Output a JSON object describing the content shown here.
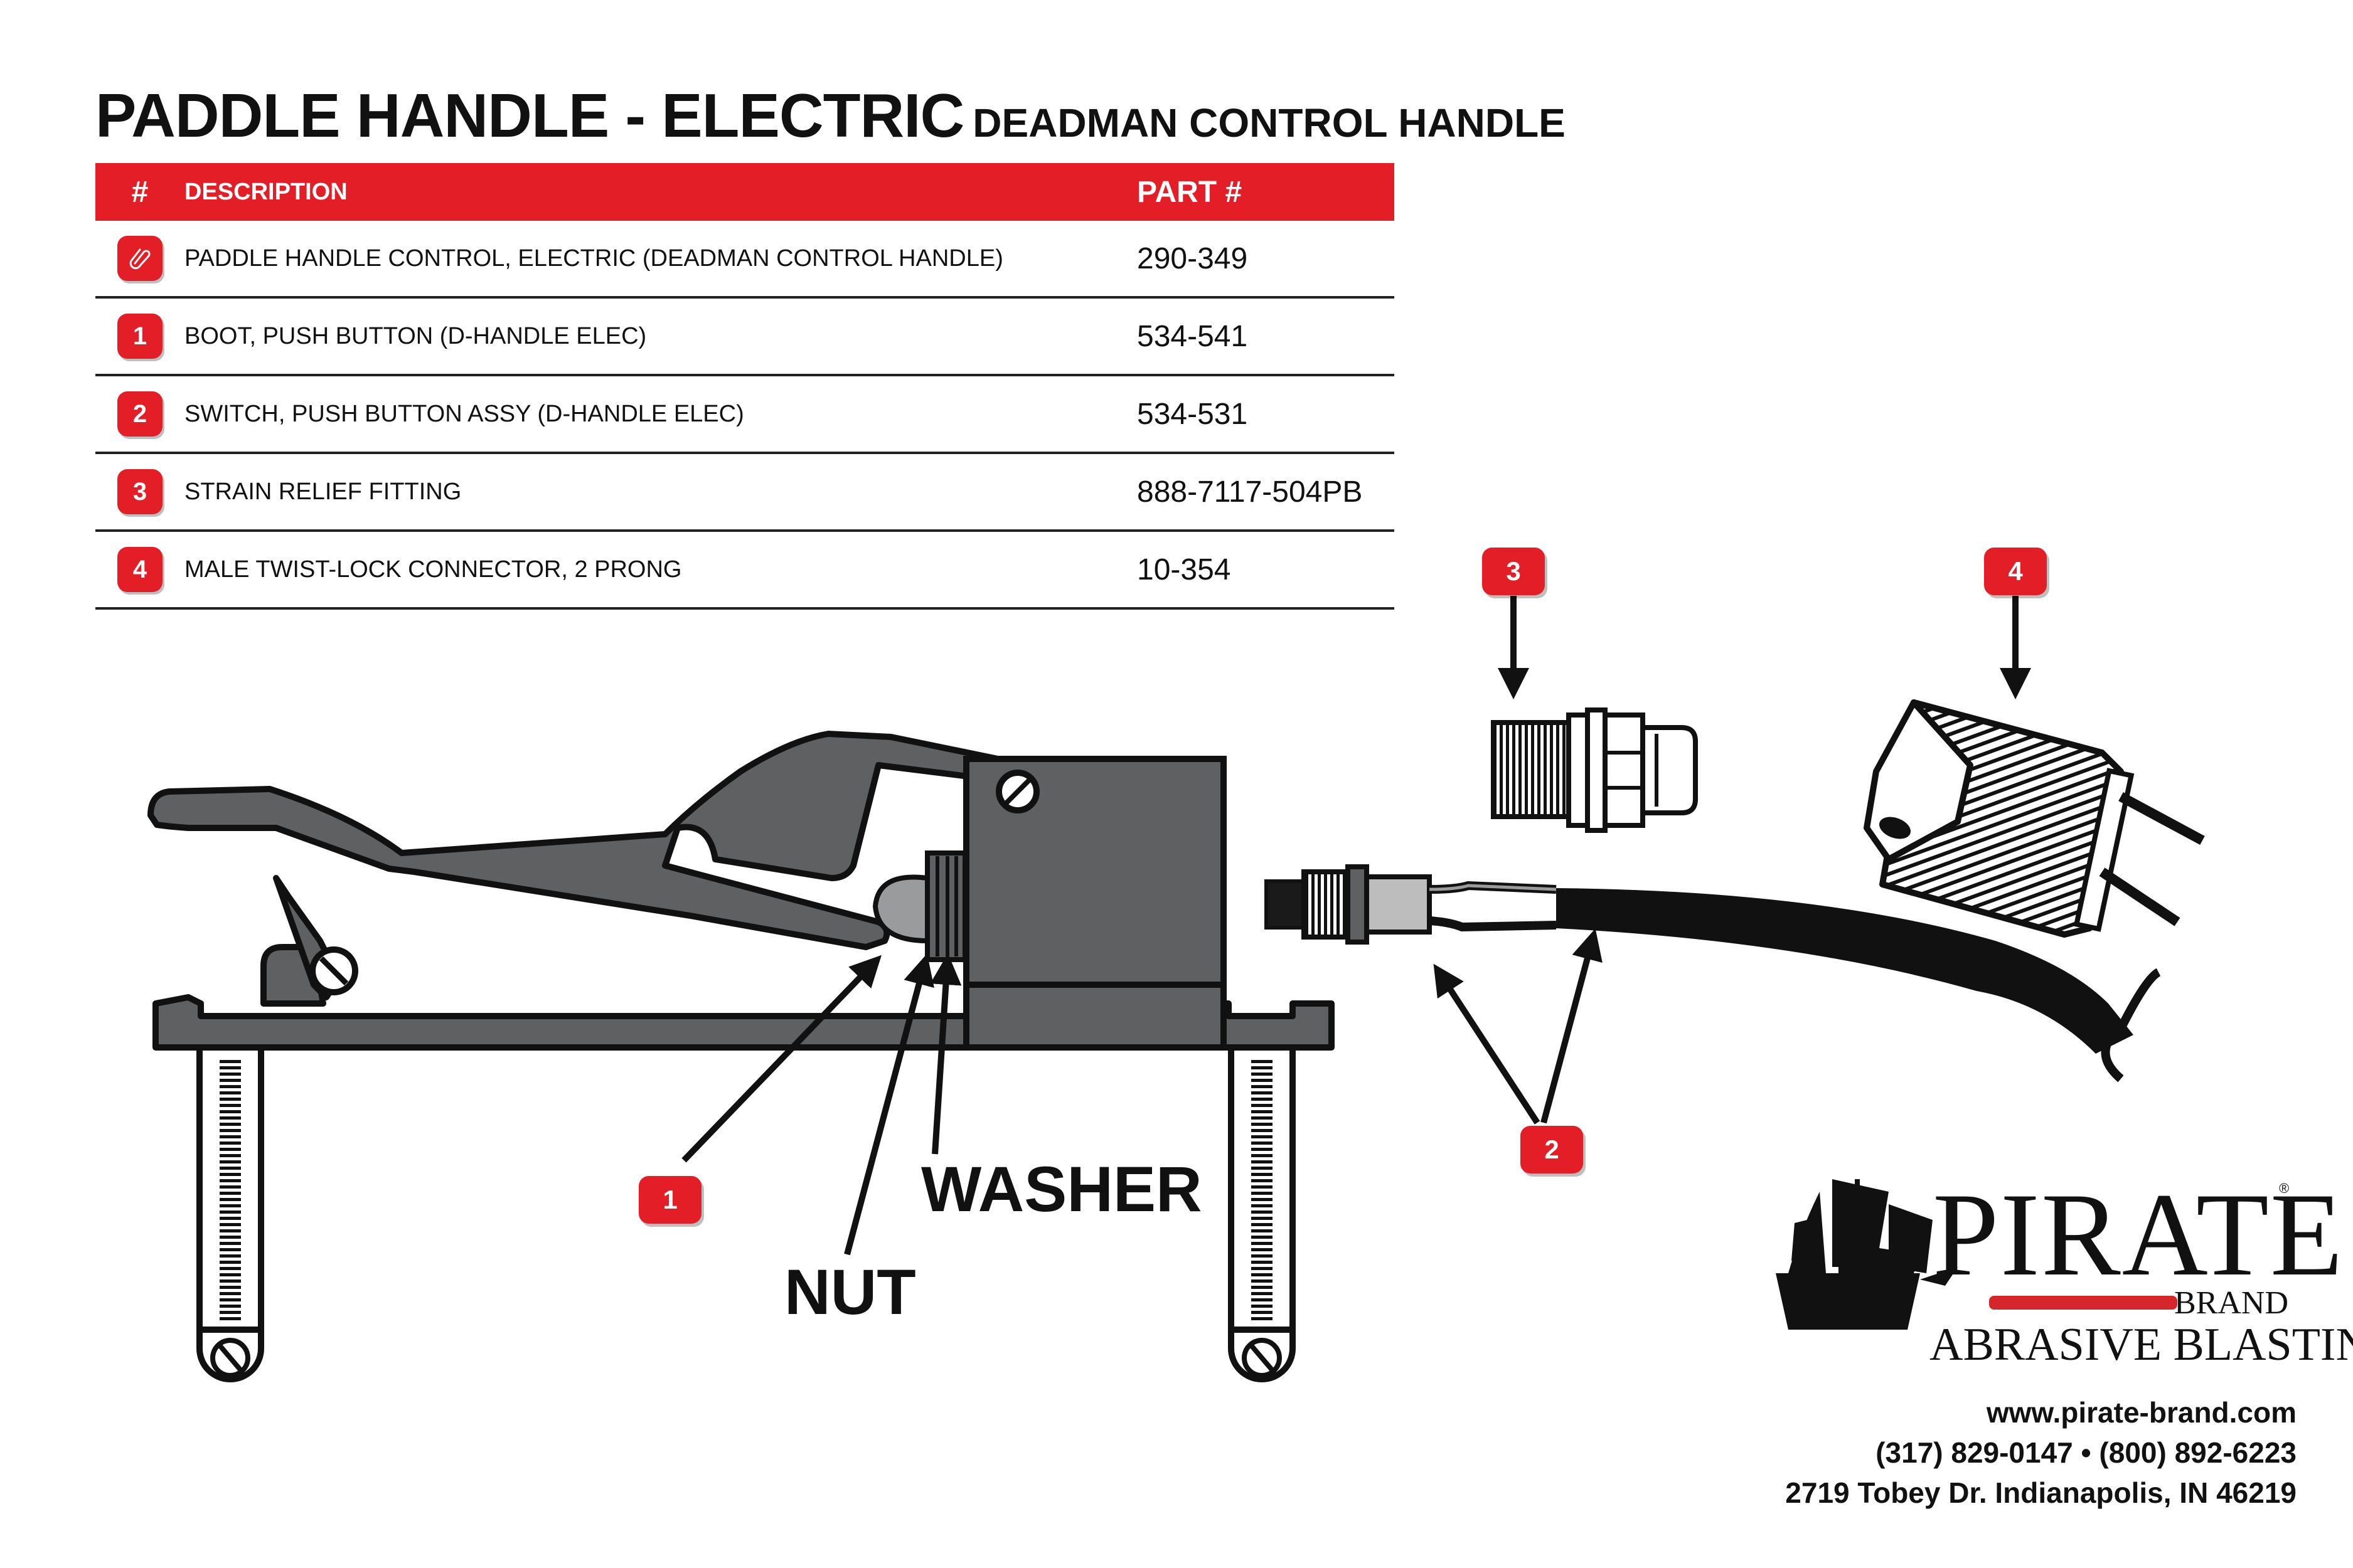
{
  "header": {
    "title": "PADDLE HANDLE - ELECTRIC",
    "subtitle": "DEADMAN CONTROL HANDLE"
  },
  "table": {
    "columns": [
      "#",
      "DESCRIPTION",
      "PART #"
    ],
    "rows": [
      {
        "num": "",
        "icon": "paperclip-icon",
        "description": "PADDLE HANDLE CONTROL, ELECTRIC (DEADMAN CONTROL HANDLE)",
        "part": "290-349"
      },
      {
        "num": "1",
        "description": "BOOT, PUSH BUTTON (D-HANDLE ELEC)",
        "part": "534-541"
      },
      {
        "num": "2",
        "description": "SWITCH, PUSH BUTTON ASSY (D-HANDLE ELEC)",
        "part": "534-531"
      },
      {
        "num": "3",
        "description": "STRAIN RELIEF FITTING",
        "part": "888-7117-504PB"
      },
      {
        "num": "4",
        "description": "MALE TWIST-LOCK CONNECTOR, 2 PRONG",
        "part": "10-354"
      }
    ]
  },
  "diagram": {
    "callouts": [
      "1",
      "2",
      "3",
      "4"
    ],
    "labels": {
      "washer": "WASHER",
      "nut": "NUT"
    }
  },
  "brand": {
    "name": "PIRATE",
    "registered": "®",
    "brand_word": "BRAND",
    "tagline": "ABRASIVE BLASTING"
  },
  "contact": {
    "website": "www.pirate-brand.com",
    "phones": "(317) 829-0147 • (800) 892-6223",
    "address": "2719 Tobey Dr. Indianapolis, IN 46219"
  },
  "colors": {
    "accent": "#e31e26",
    "part_gray": "#5f6062"
  }
}
